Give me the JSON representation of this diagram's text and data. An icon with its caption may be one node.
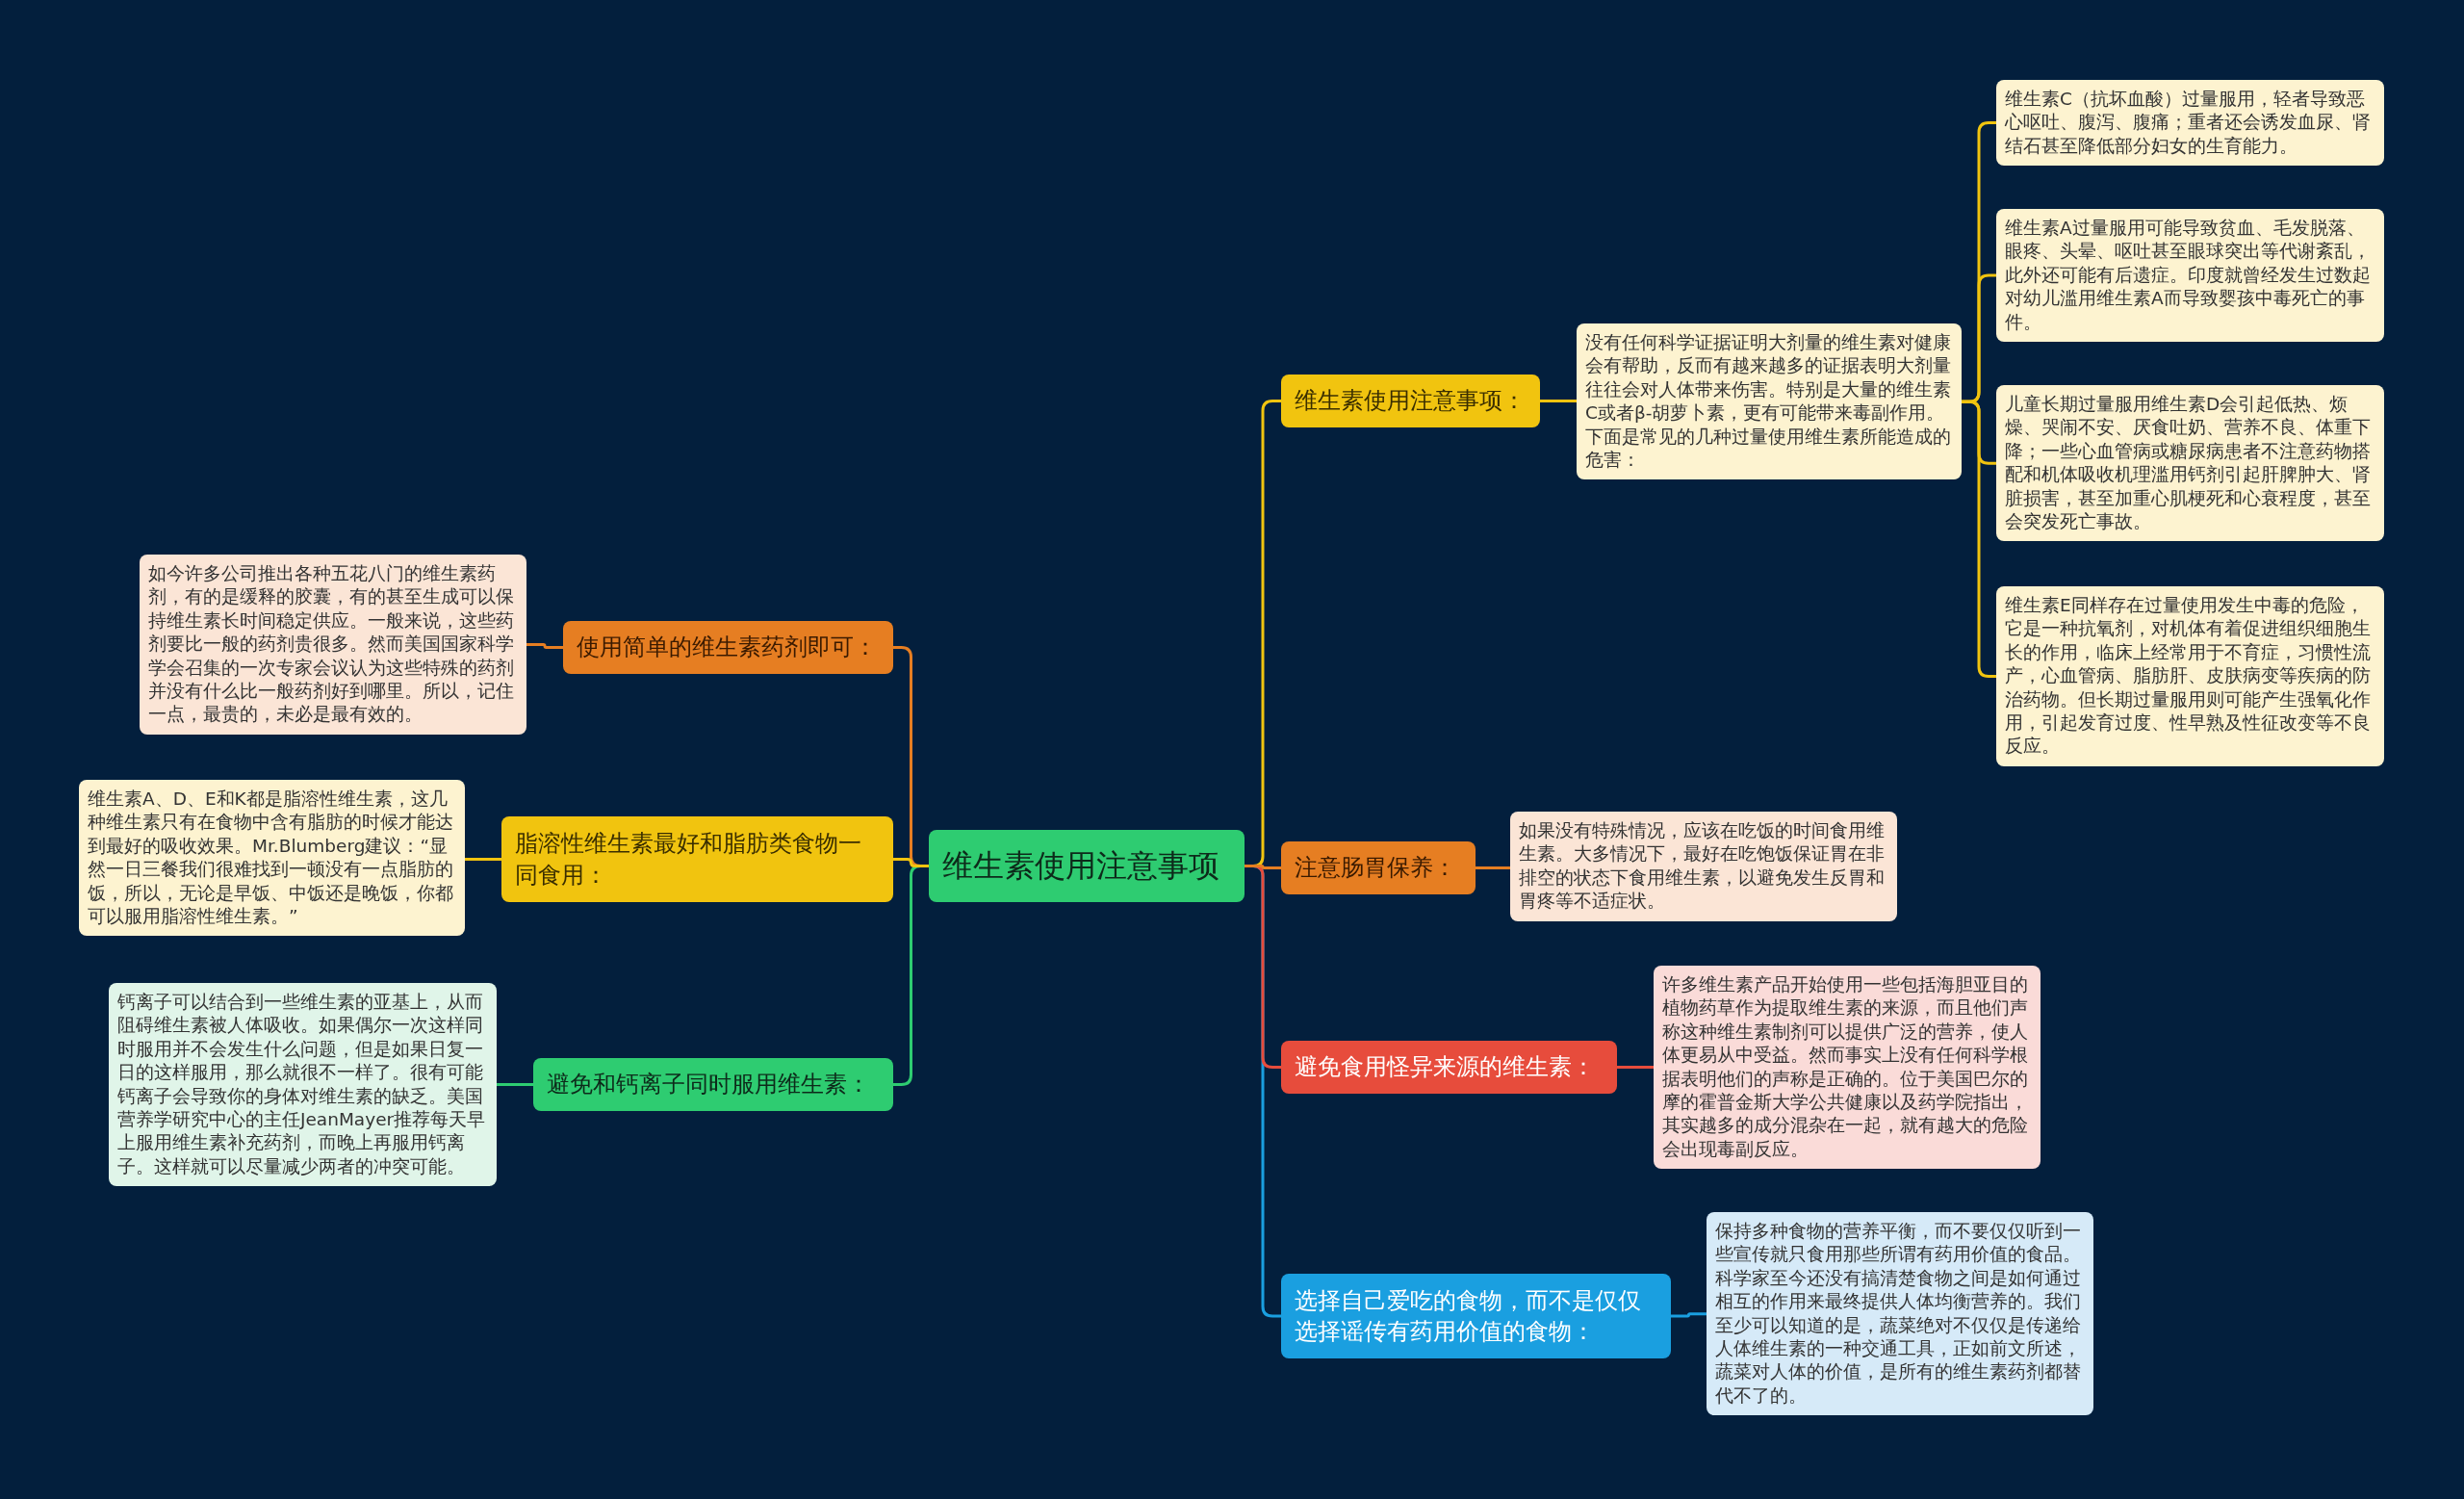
{
  "diagram": {
    "nodes": [
      {
        "text": [
          "维生素使用注意事项"
        ]
      },
      {
        "text": [
          "维生素使用注意事项："
        ]
      },
      {
        "text": [
          "没有任何科学证据证明大剂量的维生素对健康会有帮助，反而有越来越多的证据表明大剂量往往会对人体带来伤害。特别是大量的维生素C或者β-胡萝卜素，更有可能带来毒副作用。下面是常见的几种过量使用维生素所能造成的危害："
        ]
      },
      {
        "text": [
          "维生素C（抗坏血酸）过量服用，轻者导致恶心呕吐、腹泻、腹痛；重者还会诱发血尿、肾结石甚至降低部分妇女的生育能力。"
        ]
      },
      {
        "text": [
          "维生素A过量服用可能导致贫血、毛发脱落、眼疼、头晕、呕吐甚至眼球突出等代谢紊乱，此外还可能有后遗症。印度就曾经发生过数起对幼儿滥用维生素A而导致婴孩中毒死亡的事件。"
        ]
      },
      {
        "text": [
          "儿童长期过量服用维生素D会引起低热、烦燥、哭闹不安、厌食吐奶、营养不良、体重下降；一些心血管病或糖尿病患者不注意药物搭配和机体吸收机理滥用钙剂引起肝脾肿大、肾脏损害，甚至加重心肌梗死和心衰程度，甚至会突发死亡事故。"
        ]
      },
      {
        "text": [
          "维生素E同样存在过量使用发生中毒的危险，它是一种抗氧剂，对机体有着促进组织细胞生长的作用，临床上经常用于不育症，习惯性流产，心血管病、脂肪肝、皮肤病变等疾病的防治药物。但长期过量服用则可能产生强氧化作用，引起发育过度、性早熟及性征改变等不良反应。"
        ]
      },
      {
        "text": [
          "注意肠胃保养："
        ]
      },
      {
        "text": [
          "如果没有特殊情况，应该在吃饭的时间食用维生素。大多情况下，最好在吃饱饭保证胃在非排空的状态下食用维生素，以避免发生反胃和胃疼等不适症状。"
        ]
      },
      {
        "text": [
          "避免食用怪异来源的维生素："
        ]
      },
      {
        "text": [
          "许多维生素产品开始使用一些包括海胆亚目的植物药草作为提取维生素的来源，而且他们声称这种维生素制剂可以提供广泛的营养，使人体更易从中受益。然而事实上没有任何科学根据表明他们的声称是正确的。位于美国巴尔的摩的霍普金斯大学公共健康以及药学院指出，其实越多的成分混杂在一起，就有越大的危险会出现毒副反应。"
        ]
      },
      {
        "text": [
          "选择自己爱吃的食物，而不是仅仅选择谣传有药用价值的食物："
        ]
      },
      {
        "text": [
          "保持多种食物的营养平衡，而不要仅仅听到一些宣传就只食用那些所谓有药用价值的食品。科学家至今还没有搞清楚食物之间是如何通过相互的作用来最终提供人体均衡营养的。我们至少可以知道的是，蔬菜绝对不仅仅是传递给人体维生素的一种交通工具，正如前文所述，蔬菜对人体的价值，是所有的维生素药剂都替代不了的。"
        ]
      },
      {
        "text": [
          "使用简单的维生素药剂即可："
        ]
      },
      {
        "text": [
          "如今许多公司推出各种五花八门的维生素药剂，有的是缓释的胶囊，有的甚至生成可以保持维生素长时间稳定供应。一般来说，这些药剂要比一般的药剂贵很多。然而美国国家科学学会召集的一次专家会议认为这些特殊的药剂并没有什么比一般药剂好到哪里。所以，记住一点，最贵的，未必是最有效的。"
        ]
      },
      {
        "text": [
          "脂溶性维生素最好和脂肪类食物一同食用："
        ]
      },
      {
        "text": [
          "维生素A、D、E和K都是脂溶性维生素，这几种维生素只有在食物中含有脂肪的时候才能达到最好的吸收效果。Mr.Blumberg建议：“显然一日三餐我们很难找到一顿没有一点脂肪的饭，所以，无论是早饭、中饭还是晚饭，你都可以服用脂溶性维生素。”"
        ]
      },
      {
        "text": [
          "避免和钙离子同时服用维生素："
        ]
      },
      {
        "text": [
          "钙离子可以结合到一些维生素的亚基上，从而阻碍维生素被人体吸收。如果偶尔一次这样同时服用并不会发生什么问题，但是如果日复一日的这样服用，那么就很不一样了。很有可能钙离子会导致你的身体对维生素的缺乏。美国营养学研究中心的主任JeanMayer推荐每天早上服用维生素补充药剂，而晚上再服用钙离子。这样就可以尽量减少两者的冲突可能。"
        ]
      }
    ],
    "edges": [
      {
        "from": 0,
        "to": 1,
        "arrow": "none",
        "color": "#f1c40f"
      },
      {
        "from": 1,
        "to": 2,
        "arrow": "none",
        "color": "#f1c40f"
      },
      {
        "from": 2,
        "to": 3,
        "arrow": "none",
        "color": "#f1c40f"
      },
      {
        "from": 2,
        "to": 4,
        "arrow": "none",
        "color": "#f1c40f"
      },
      {
        "from": 2,
        "to": 5,
        "arrow": "none",
        "color": "#f1c40f"
      },
      {
        "from": 2,
        "to": 6,
        "arrow": "none",
        "color": "#f1c40f"
      },
      {
        "from": 0,
        "to": 7,
        "arrow": "none",
        "color": "#e67e22"
      },
      {
        "from": 7,
        "to": 8,
        "arrow": "none",
        "color": "#e67e22"
      },
      {
        "from": 0,
        "to": 9,
        "arrow": "none",
        "color": "#e74c3c"
      },
      {
        "from": 9,
        "to": 10,
        "arrow": "none",
        "color": "#e74c3c"
      },
      {
        "from": 0,
        "to": 11,
        "arrow": "none",
        "color": "#1a9fe0"
      },
      {
        "from": 11,
        "to": 12,
        "arrow": "none",
        "color": "#1a9fe0"
      },
      {
        "from": 0,
        "to": 13,
        "arrow": "none",
        "color": "#e67e22"
      },
      {
        "from": 13,
        "to": 14,
        "arrow": "none",
        "color": "#e67e22"
      },
      {
        "from": 0,
        "to": 15,
        "arrow": "none",
        "color": "#f1c40f"
      },
      {
        "from": 15,
        "to": 16,
        "arrow": "none",
        "color": "#f1c40f"
      },
      {
        "from": 0,
        "to": 17,
        "arrow": "none",
        "color": "#2ecc71"
      },
      {
        "from": 17,
        "to": 18,
        "arrow": "none",
        "color": "#2ecc71"
      }
    ]
  }
}
